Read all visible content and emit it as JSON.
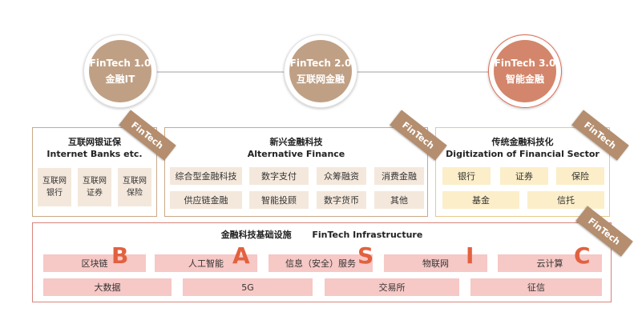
{
  "stages": [
    {
      "version": "FinTech 1.0",
      "name": "金融IT",
      "color": "#c0a085"
    },
    {
      "version": "FinTech 2.0",
      "name": "互联网金融",
      "color": "#c0a085"
    },
    {
      "version": "FinTech 3.0",
      "name": "智能金融",
      "color": "#d3866b"
    }
  ],
  "panels": {
    "internet_banks": {
      "title_cn": "互联网银证保",
      "title_en": "Internet Banks etc.",
      "ribbon": "FinTech",
      "items": [
        [
          "互联网",
          "银行"
        ],
        [
          "互联网",
          "证券"
        ],
        [
          "互联网",
          "保险"
        ]
      ]
    },
    "alternative_finance": {
      "title_cn": "新兴金融科技",
      "title_en": "Alternative Finance",
      "ribbon": "FinTech",
      "items": [
        "综合型金融科技",
        "数字支付",
        "众筹融资",
        "消费金融",
        "供应链金融",
        "智能投顾",
        "数字货币",
        "其他"
      ]
    },
    "digitization": {
      "title_cn": "传统金融科技化",
      "title_en": "Digitization of Financial Sector",
      "ribbon": "FinTech",
      "items": [
        "银行",
        "证券",
        "保险",
        "基金",
        "信托"
      ]
    }
  },
  "infrastructure": {
    "title_cn": "金融科技基础设施",
    "title_en": "FinTech Infrastructure",
    "ribbon": "FinTech",
    "row1": [
      "区块链",
      "人工智能",
      "信息（安全）服务",
      "物联网",
      "云计算"
    ],
    "letters": [
      "B",
      "A",
      "S",
      "I",
      "C"
    ],
    "row2": [
      "大数据",
      "5G",
      "交易所",
      "征信"
    ]
  },
  "colors": {
    "panel_border": "#c9a987",
    "infra_border": "#d7837a",
    "ribbon": "#b48e6e",
    "letter": "#e2613f",
    "cell_beige": "#f4e8dc",
    "cell_yellow": "#fbeec9",
    "cell_pink": "#f6c8c6"
  }
}
